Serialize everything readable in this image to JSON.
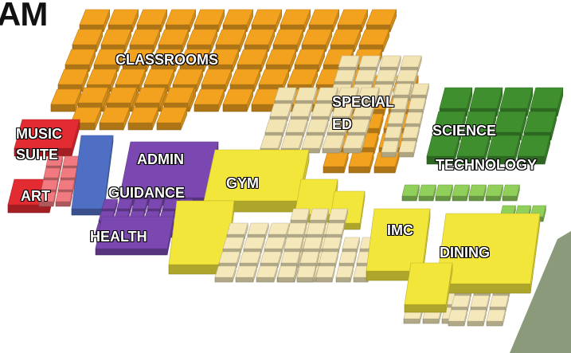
{
  "title": "AM",
  "colors": {
    "classrooms": "#f2a21f",
    "special_ed": "#f3e4b4",
    "science": "#3f8f2f",
    "technology": "#8fcf5a",
    "music_art": "#e32b32",
    "music_light": "#f07a80",
    "blue": "#4f6fc4",
    "admin": "#7a48b0",
    "gym": "#f2e63a",
    "cream": "#f5e9bb",
    "dining": "#f2e63a"
  },
  "labels": {
    "classrooms": "CLASSROOMS",
    "special_ed_1": "SPECIAL",
    "special_ed_2": "ED",
    "science": "SCIENCE",
    "technology": "TECHNOLOGY",
    "music_suite_1": "MUSIC",
    "music_suite_2": "SUITE",
    "art": "ART",
    "admin": "ADMIN",
    "guidance": "GUIDANCE",
    "health": "HEALTH",
    "gym": "GYM",
    "imc": "IMC",
    "dining": "DINING"
  }
}
